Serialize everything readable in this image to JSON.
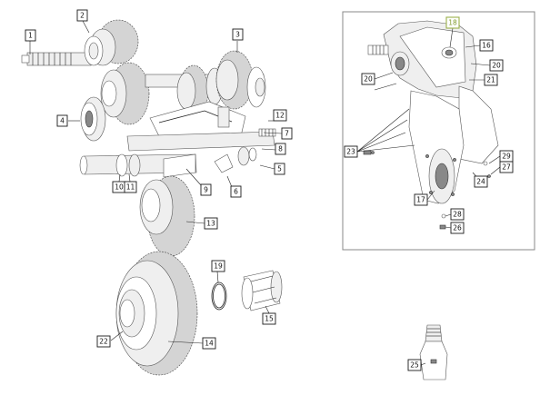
{
  "colors": {
    "line": "#222222",
    "gear": "#d4d4d4",
    "highlight": "#9ab04a",
    "inset_border": "#888888"
  },
  "labels": {
    "c1": "1",
    "c2": "2",
    "c3": "3",
    "c4": "4",
    "c5": "5",
    "c6": "6",
    "c7": "7",
    "c8": "8",
    "c9": "9",
    "c10": "10",
    "c11": "11",
    "c12": "12",
    "c13": "13",
    "c14": "14",
    "c15": "15",
    "c16": "16",
    "c17": "17",
    "c18": "18",
    "c19": "19",
    "c20a": "20",
    "c20b": "20",
    "c21": "21",
    "c22": "22",
    "c23": "23",
    "c24": "24",
    "c25": "25",
    "c26": "26",
    "c27": "27",
    "c28": "28",
    "c29": "29"
  }
}
